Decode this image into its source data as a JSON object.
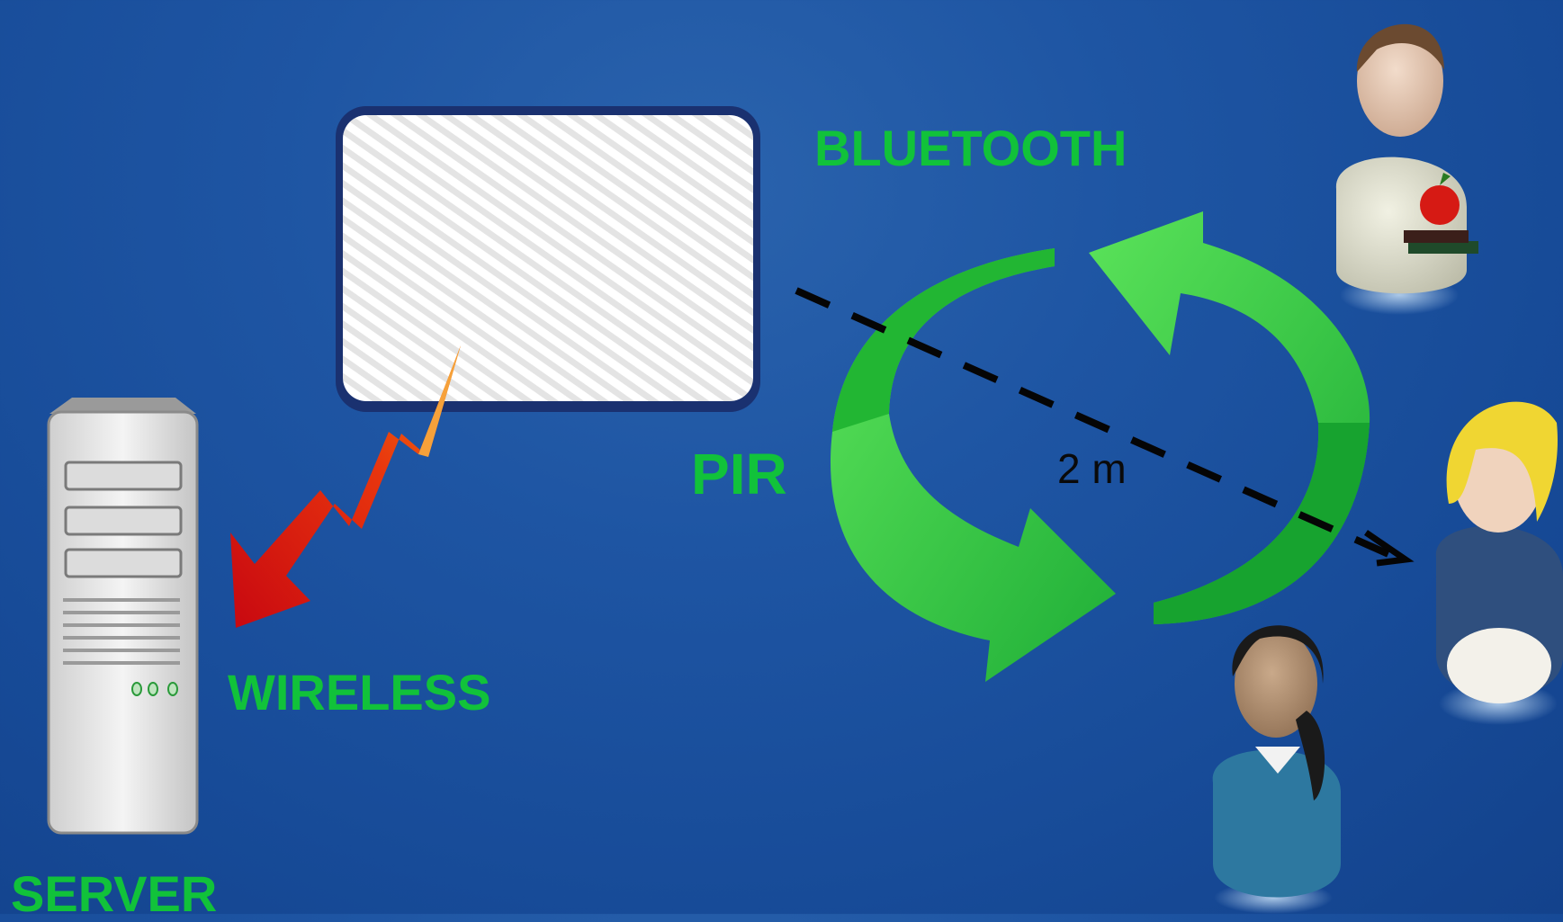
{
  "labels": {
    "bluetooth": "BLUETOOTH",
    "pir": "PIR",
    "wireless": "WIRELESS",
    "server": "SERVER",
    "distance": "2 m"
  },
  "nodes": {
    "sensor_device": "blank rounded panel with diagonal stripes",
    "server": "server-tower-icon",
    "wireless_link": "lightning-bolt-icon",
    "cycle": "circular-arrows-icon",
    "people": [
      "person-with-apple-icon",
      "person-blonde-icon",
      "person-dark-hair-icon"
    ]
  },
  "colors": {
    "background": "#1e55a3",
    "label_green": "#11c23a",
    "arrow_green": "#3ccf3c",
    "bolt_red": "#d8100f"
  }
}
